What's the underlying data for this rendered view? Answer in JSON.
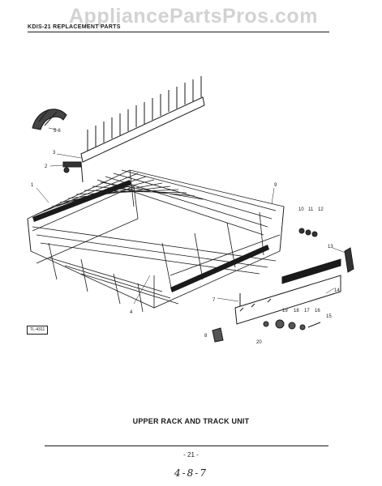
{
  "watermark": "AppliancePartsPros.com",
  "header": {
    "reference": "KDIS-21 REPLACEMENT PARTS"
  },
  "diagram": {
    "ref_code": "TL-4311",
    "callouts": [
      "1",
      "2",
      "3",
      "4",
      "5",
      "6",
      "7",
      "8",
      "9",
      "10",
      "11",
      "12",
      "13",
      "14",
      "15",
      "16",
      "17",
      "18",
      "19",
      "20",
      "5-6"
    ],
    "title": "UPPER RACK AND TRACK UNIT"
  },
  "footer": {
    "page_number": "- 21 -",
    "handwritten": "4-8-7"
  }
}
